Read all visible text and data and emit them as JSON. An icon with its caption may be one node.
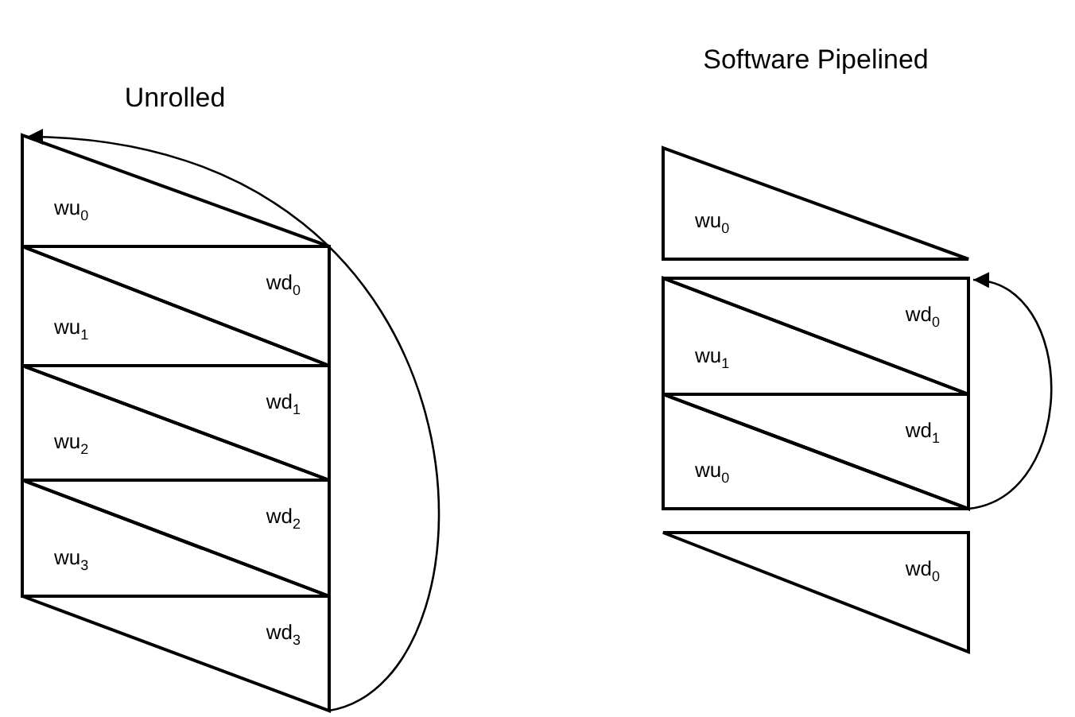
{
  "diagram": {
    "nodes": [
      {
        "text": [
          "wu$_{0}$"
        ]
      },
      {
        "text": [
          "wd$_{0}$"
        ]
      },
      {
        "text": [
          "wu$_{1}$"
        ]
      },
      {
        "text": [
          "wd$_{1}$"
        ]
      },
      {
        "text": [
          "wu$_{2}$"
        ]
      },
      {
        "text": [
          "wd$_{2}$"
        ]
      },
      {
        "text": [
          "wu$_{3}$"
        ]
      },
      {
        "text": [
          "wd$_{3}$"
        ]
      },
      {
        "text": [
          "wu$_{0}$"
        ]
      },
      {
        "text": [
          "wd$_{0}$"
        ]
      },
      {
        "text": [
          "wu$_{1}$"
        ]
      },
      {
        "text": [
          "wd$_{1}$"
        ]
      },
      {
        "text": [
          "wu$_{0}$"
        ]
      },
      {
        "text": [
          "wd$_{0}$"
        ]
      }
    ],
    "edges": [
      {
        "from": 7,
        "to": 0,
        "arrow": "to"
      },
      {
        "from": 11,
        "to": 9,
        "arrow": "to"
      }
    ],
    "labels": [
      "Unrolled",
      "Software Pipelined"
    ]
  }
}
